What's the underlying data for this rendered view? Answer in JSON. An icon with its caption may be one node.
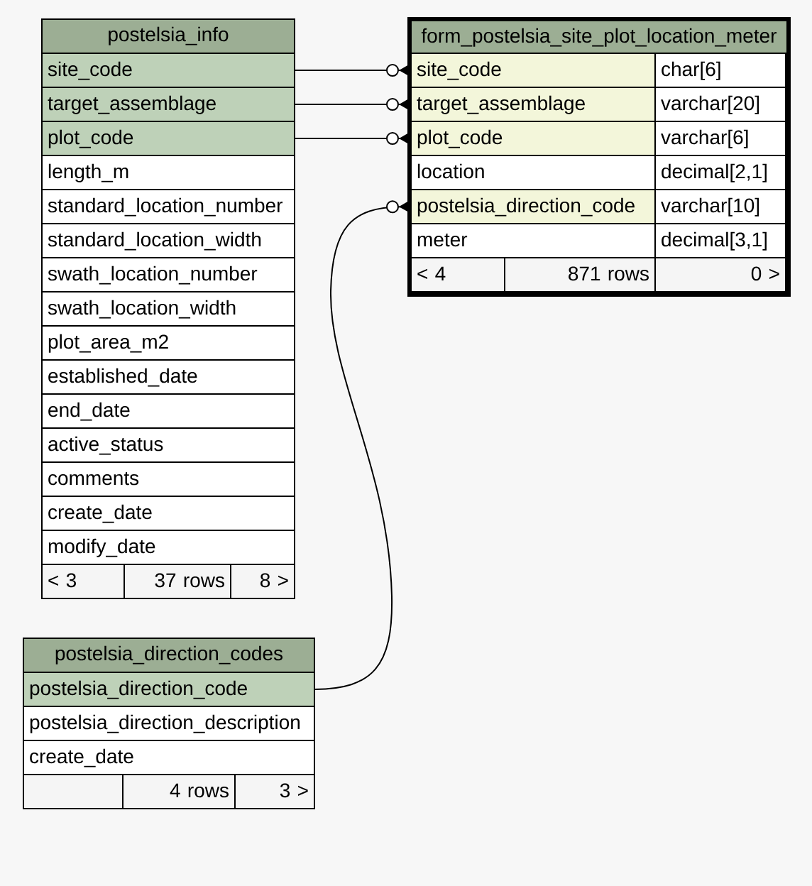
{
  "diagram": {
    "nodes": [
      {
        "text": [
          "postelsia_info"
        ]
      },
      {
        "text": [
          "site_code"
        ],
        "in": 0
      },
      {
        "text": [
          "target_assemblage"
        ],
        "in": 0
      },
      {
        "text": [
          "plot_code"
        ],
        "in": 0
      },
      {
        "text": [
          "length_m"
        ],
        "in": 0
      },
      {
        "text": [
          "standard_location_number"
        ],
        "in": 0
      },
      {
        "text": [
          "standard_location_width"
        ],
        "in": 0
      },
      {
        "text": [
          "swath_location_number"
        ],
        "in": 0
      },
      {
        "text": [
          "swath_location_width"
        ],
        "in": 0
      },
      {
        "text": [
          "plot_area_m2"
        ],
        "in": 0
      },
      {
        "text": [
          "established_date"
        ],
        "in": 0
      },
      {
        "text": [
          "end_date"
        ],
        "in": 0
      },
      {
        "text": [
          "active_status"
        ],
        "in": 0
      },
      {
        "text": [
          "comments"
        ],
        "in": 0
      },
      {
        "text": [
          "create_date"
        ],
        "in": 0
      },
      {
        "text": [
          "modify_date"
        ],
        "in": 0
      },
      {
        "text": [
          "< 3"
        ],
        "in": 0
      },
      {
        "text": [
          "37 rows"
        ],
        "in": 0
      },
      {
        "text": [
          "8 >"
        ],
        "in": 0
      },
      {
        "text": [
          "form_postelsia_site_plot_location_meter"
        ]
      },
      {
        "text": [
          "site_code"
        ],
        "in": 19
      },
      {
        "text": [
          "char[6]"
        ],
        "in": 19
      },
      {
        "text": [
          "target_assemblage"
        ],
        "in": 19
      },
      {
        "text": [
          "varchar[20]"
        ],
        "in": 19
      },
      {
        "text": [
          "plot_code"
        ],
        "in": 19
      },
      {
        "text": [
          "varchar[6]"
        ],
        "in": 19
      },
      {
        "text": [
          "location"
        ],
        "in": 19
      },
      {
        "text": [
          "decimal[2,1]"
        ],
        "in": 19
      },
      {
        "text": [
          "postelsia_direction_code"
        ],
        "in": 19
      },
      {
        "text": [
          "varchar[10]"
        ],
        "in": 19
      },
      {
        "text": [
          "meter"
        ],
        "in": 19
      },
      {
        "text": [
          "decimal[3,1]"
        ],
        "in": 19
      },
      {
        "text": [
          "< 4"
        ],
        "in": 19
      },
      {
        "text": [
          "871 rows"
        ],
        "in": 19
      },
      {
        "text": [
          "0 >"
        ],
        "in": 19
      },
      {
        "text": [
          "postelsia_direction_codes"
        ]
      },
      {
        "text": [
          "postelsia_direction_code"
        ],
        "in": 35
      },
      {
        "text": [
          "postelsia_direction_description"
        ],
        "in": 35
      },
      {
        "text": [
          "create_date"
        ],
        "in": 35
      },
      {
        "text": [],
        "shape": "box",
        "in": 35
      },
      {
        "text": [
          "4 rows"
        ],
        "in": 35
      },
      {
        "text": [
          "3 >"
        ],
        "in": 35
      }
    ],
    "edges": [
      {
        "from": 1,
        "to": 20,
        "arrow": "other"
      },
      {
        "from": 2,
        "to": 22,
        "arrow": "other"
      },
      {
        "from": 3,
        "to": 24,
        "arrow": "other"
      },
      {
        "from": 36,
        "to": 28,
        "arrow": "other"
      }
    ]
  }
}
